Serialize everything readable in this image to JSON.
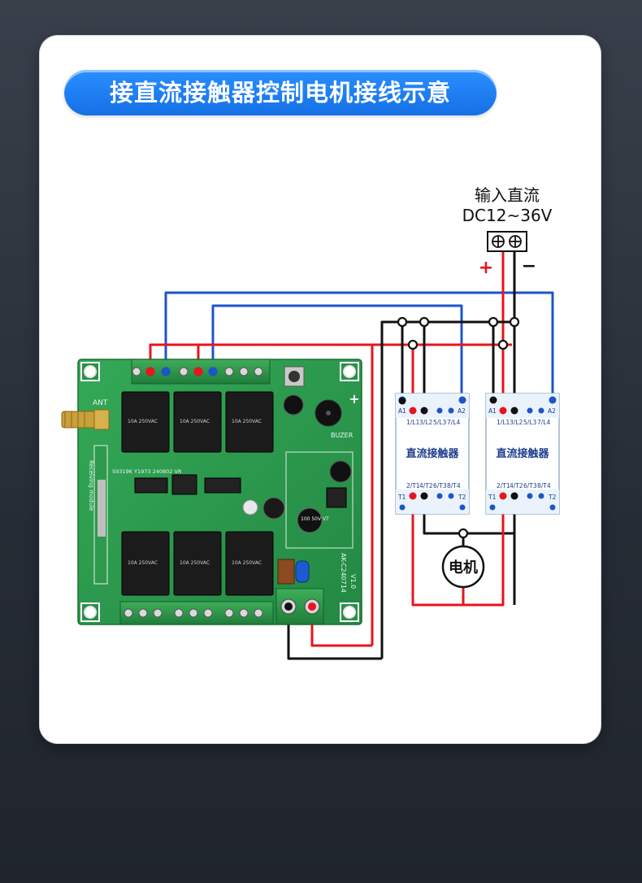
{
  "title": "接直流接触器控制电机接线示意",
  "power_input": {
    "label_line1": "输入直流",
    "label_line2": "DC12~36V",
    "plus_sign": "+",
    "minus_sign": "−"
  },
  "board": {
    "antenna_label": "ANT",
    "module_label": "Receiving module",
    "buzzer_label": "BUZER",
    "model_label": "AK-C240714",
    "version_label": "V1.0",
    "relay_text": "10A 250VAC",
    "capacitor_text": "100 50V VT",
    "serial_text": "59319K Y1973 240802 VR",
    "plus_mark": "+"
  },
  "contactors": [
    {
      "title": "直流接触器",
      "terminal_a1": "A1",
      "terminal_a2": "A2",
      "top_labels": [
        "1/L1",
        "3/L2",
        "5/L3",
        "7/L4"
      ],
      "bottom_labels": [
        "2/T1",
        "4/T2",
        "6/T3",
        "8/T4"
      ],
      "terminal_t1": "T1",
      "terminal_t2": "T2"
    },
    {
      "title": "直流接触器",
      "terminal_a1": "A1",
      "terminal_a2": "A2",
      "top_labels": [
        "1/L1",
        "3/L2",
        "5/L3",
        "7/L4"
      ],
      "bottom_labels": [
        "2/T1",
        "4/T2",
        "6/T3",
        "8/T4"
      ],
      "terminal_t1": "T1",
      "terminal_t2": "T2"
    }
  ],
  "motor": {
    "label": "电机"
  },
  "colors": {
    "wire_red": "#e8141e",
    "wire_blue": "#1c55c8",
    "wire_black": "#111111",
    "pcb_green": "#2d9a4e",
    "title_blue": "#1877f2"
  }
}
